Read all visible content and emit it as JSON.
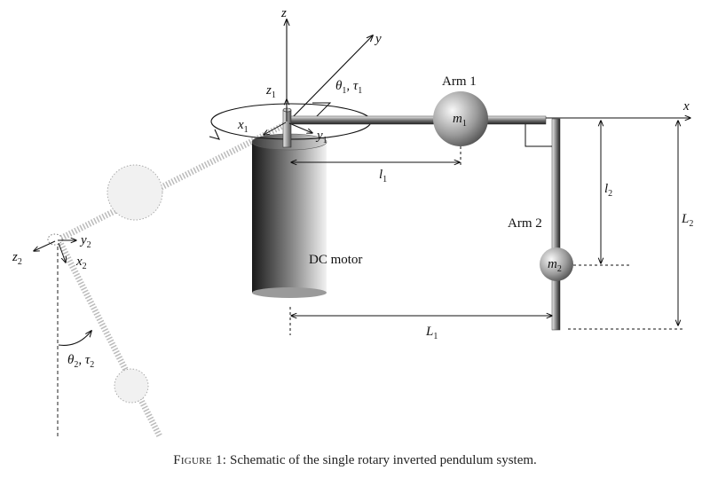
{
  "diagram": {
    "axes": {
      "z": "z",
      "y": "y",
      "x": "x",
      "z1": "z",
      "z1_sub": "1",
      "x1": "x",
      "x1_sub": "1",
      "y1": "y",
      "y1_sub": "1",
      "y2": "y",
      "y2_sub": "2",
      "z2": "z",
      "z2_sub": "2",
      "x2": "x",
      "x2_sub": "2"
    },
    "angles": {
      "theta1": "θ",
      "theta1_sub": "1",
      "tau1": "τ",
      "tau1_sub": "1",
      "theta2": "θ",
      "theta2_sub": "2",
      "tau2": "τ",
      "tau2_sub": "2"
    },
    "labels": {
      "arm1": "Arm 1",
      "arm2": "Arm 2",
      "motor": "DC motor",
      "m1": "m",
      "m1_sub": "1",
      "m2": "m",
      "m2_sub": "2"
    },
    "dimensions": {
      "l1": "l",
      "l1_sub": "1",
      "l2": "l",
      "l2_sub": "2",
      "L1": "L",
      "L1_sub": "1",
      "L2": "L",
      "L2_sub": "2"
    }
  },
  "caption": {
    "prefix": "Figure 1:",
    "text": " Schematic of the single rotary inverted pendulum system."
  }
}
